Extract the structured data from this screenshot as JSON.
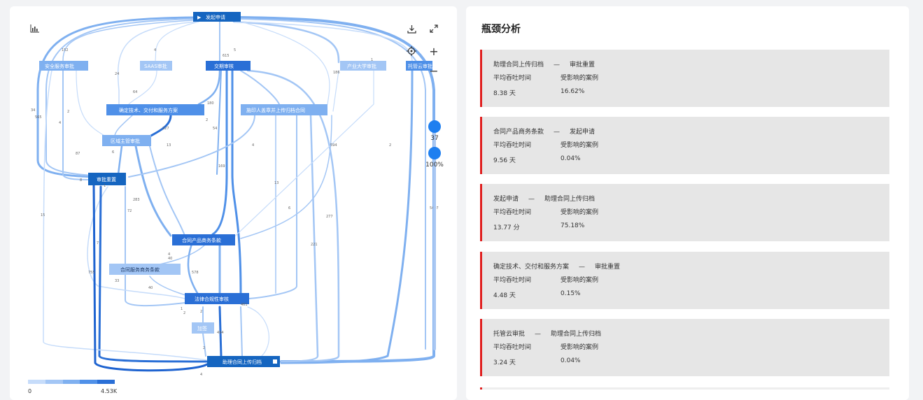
{
  "process_map": {
    "nodes": {
      "start": "发起申请",
      "security": "安全服务审批",
      "saas": "SAAS审批",
      "delivery": "交期审核",
      "industry": "产业大学审批",
      "hosting": "托管云审批",
      "tech": "确定技术、交付和服务方案",
      "seal": "施印人盖章并上传归档合同",
      "region": "区域主管审批",
      "reset": "审批重置",
      "product": "合同产品商务条款",
      "service": "合同服务商务条款",
      "legal": "法律合规性审核",
      "sign": "加签",
      "upload": "助理合同上传归档"
    },
    "edge_labels": [
      "152",
      "4",
      "24",
      "615",
      "5",
      "186",
      "1",
      "34",
      "565",
      "2",
      "4",
      "64",
      "180",
      "227",
      "2",
      "13",
      "87",
      "6",
      "283",
      "54",
      "72",
      "1",
      "8",
      "4",
      "169",
      "15",
      "594",
      "2",
      "5407",
      "13",
      "6",
      "221",
      "277",
      "4",
      "40",
      "33",
      "578",
      "40",
      "755",
      "7",
      "2",
      "2",
      "461",
      "494",
      "2",
      "1",
      "4"
    ]
  },
  "slider": {
    "activities_value": "37",
    "paths_value": "100%"
  },
  "legend": {
    "min_label": "0",
    "max_label": "4.53K",
    "colors": [
      "#c6dcfa",
      "#a3c6f5",
      "#7fb0f0",
      "#4f90e8",
      "#2a6fd6"
    ]
  },
  "icons": {
    "chart": "bar-chart-icon",
    "download": "download-icon",
    "expand": "expand-icon",
    "locate": "target-icon",
    "zoom_in": "plus-icon",
    "zoom_out": "minus-icon"
  },
  "bottleneck": {
    "title": "瓶颈分析",
    "cards": [
      {
        "from": "助理合同上传归档",
        "sep": "—",
        "to": "审批重置",
        "label_time": "平均吞吐时间",
        "label_cases": "受影响的案例",
        "time": "8.38 天",
        "cases": "16.62%"
      },
      {
        "from": "合同产品商务条款",
        "sep": "—",
        "to": "发起申请",
        "label_time": "平均吞吐时间",
        "label_cases": "受影响的案例",
        "time": "9.56 天",
        "cases": "0.04%"
      },
      {
        "from": "发起申请",
        "sep": "—",
        "to": "助理合同上传归档",
        "label_time": "平均吞吐时间",
        "label_cases": "受影响的案例",
        "time": "13.77 分",
        "cases": "75.18%"
      },
      {
        "from": "确定技术、交付和服务方案",
        "sep": "—",
        "to": "审批重置",
        "label_time": "平均吞吐时间",
        "label_cases": "受影响的案例",
        "time": "4.48 天",
        "cases": "0.15%"
      },
      {
        "from": "托管云审批",
        "sep": "—",
        "to": "助理合同上传归档",
        "label_time": "平均吞吐时间",
        "label_cases": "受影响的案例",
        "time": "3.24 天",
        "cases": "0.04%"
      }
    ]
  }
}
